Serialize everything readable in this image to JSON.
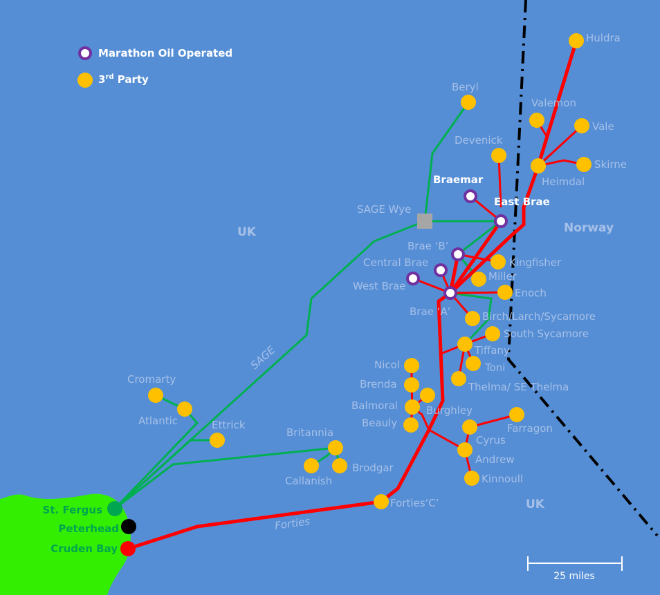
{
  "legend": {
    "operated": "Marathon Oil Operated",
    "third_party": "3",
    "third_party_sup": "rd",
    "third_party_rest": " Party"
  },
  "countries": {
    "uk_north": "UK",
    "norway": "Norway",
    "uk_south": "UK"
  },
  "pipelines": {
    "sage": "SAGE",
    "forties": "Forties",
    "sage_wye": "SAGE Wye"
  },
  "marathon_fields": {
    "braemar": "Braemar",
    "east_brae": "East Brae",
    "brae_b": "Brae ‘B’",
    "central_brae": "Central Brae",
    "west_brae": "West Brae",
    "brae_a": "Brae ‘A’"
  },
  "fields": {
    "huldra": "Huldra",
    "beryl": "Beryl",
    "valemon": "Valemon",
    "vale": "Vale",
    "devenick": "Devenick",
    "skirne": "Skirne",
    "heimdal": "Heimdal",
    "kingfisher": "Kingfisher",
    "miller": "Miller",
    "enoch": "Enoch",
    "birch": "Birch/Larch/Sycamore",
    "south_sycamore": "South Sycamore",
    "tiffany": "Tiffany",
    "toni": "Toni",
    "thelma": "Thelma/ SE Thelma",
    "nicol": "Nicol",
    "brenda": "Brenda",
    "balmoral": "Balmoral",
    "burghley": "Burghley",
    "beauly": "Beauly",
    "farragon": "Farragon",
    "cyrus": "Cyrus",
    "andrew": "Andrew",
    "kinnoull": "Kinnoull",
    "cromarty": "Cromarty",
    "atlantic": "Atlantic",
    "ettrick": "Ettrick",
    "britannia": "Britannia",
    "callanish": "Callanish",
    "brodgar": "Brodgar",
    "forties_c": "Forties‘C’"
  },
  "terminals": {
    "st_fergus": "St. Fergus",
    "peterhead": "Peterhead",
    "cruden_bay": "Cruden Bay"
  },
  "scale": {
    "label": "25 miles"
  },
  "colors": {
    "sea": "#558ed5",
    "land": "#33ee00",
    "gas": "#00b050",
    "oil": "#ff0000",
    "third_party": "#ffc000",
    "operated_ring": "#7030a0"
  }
}
